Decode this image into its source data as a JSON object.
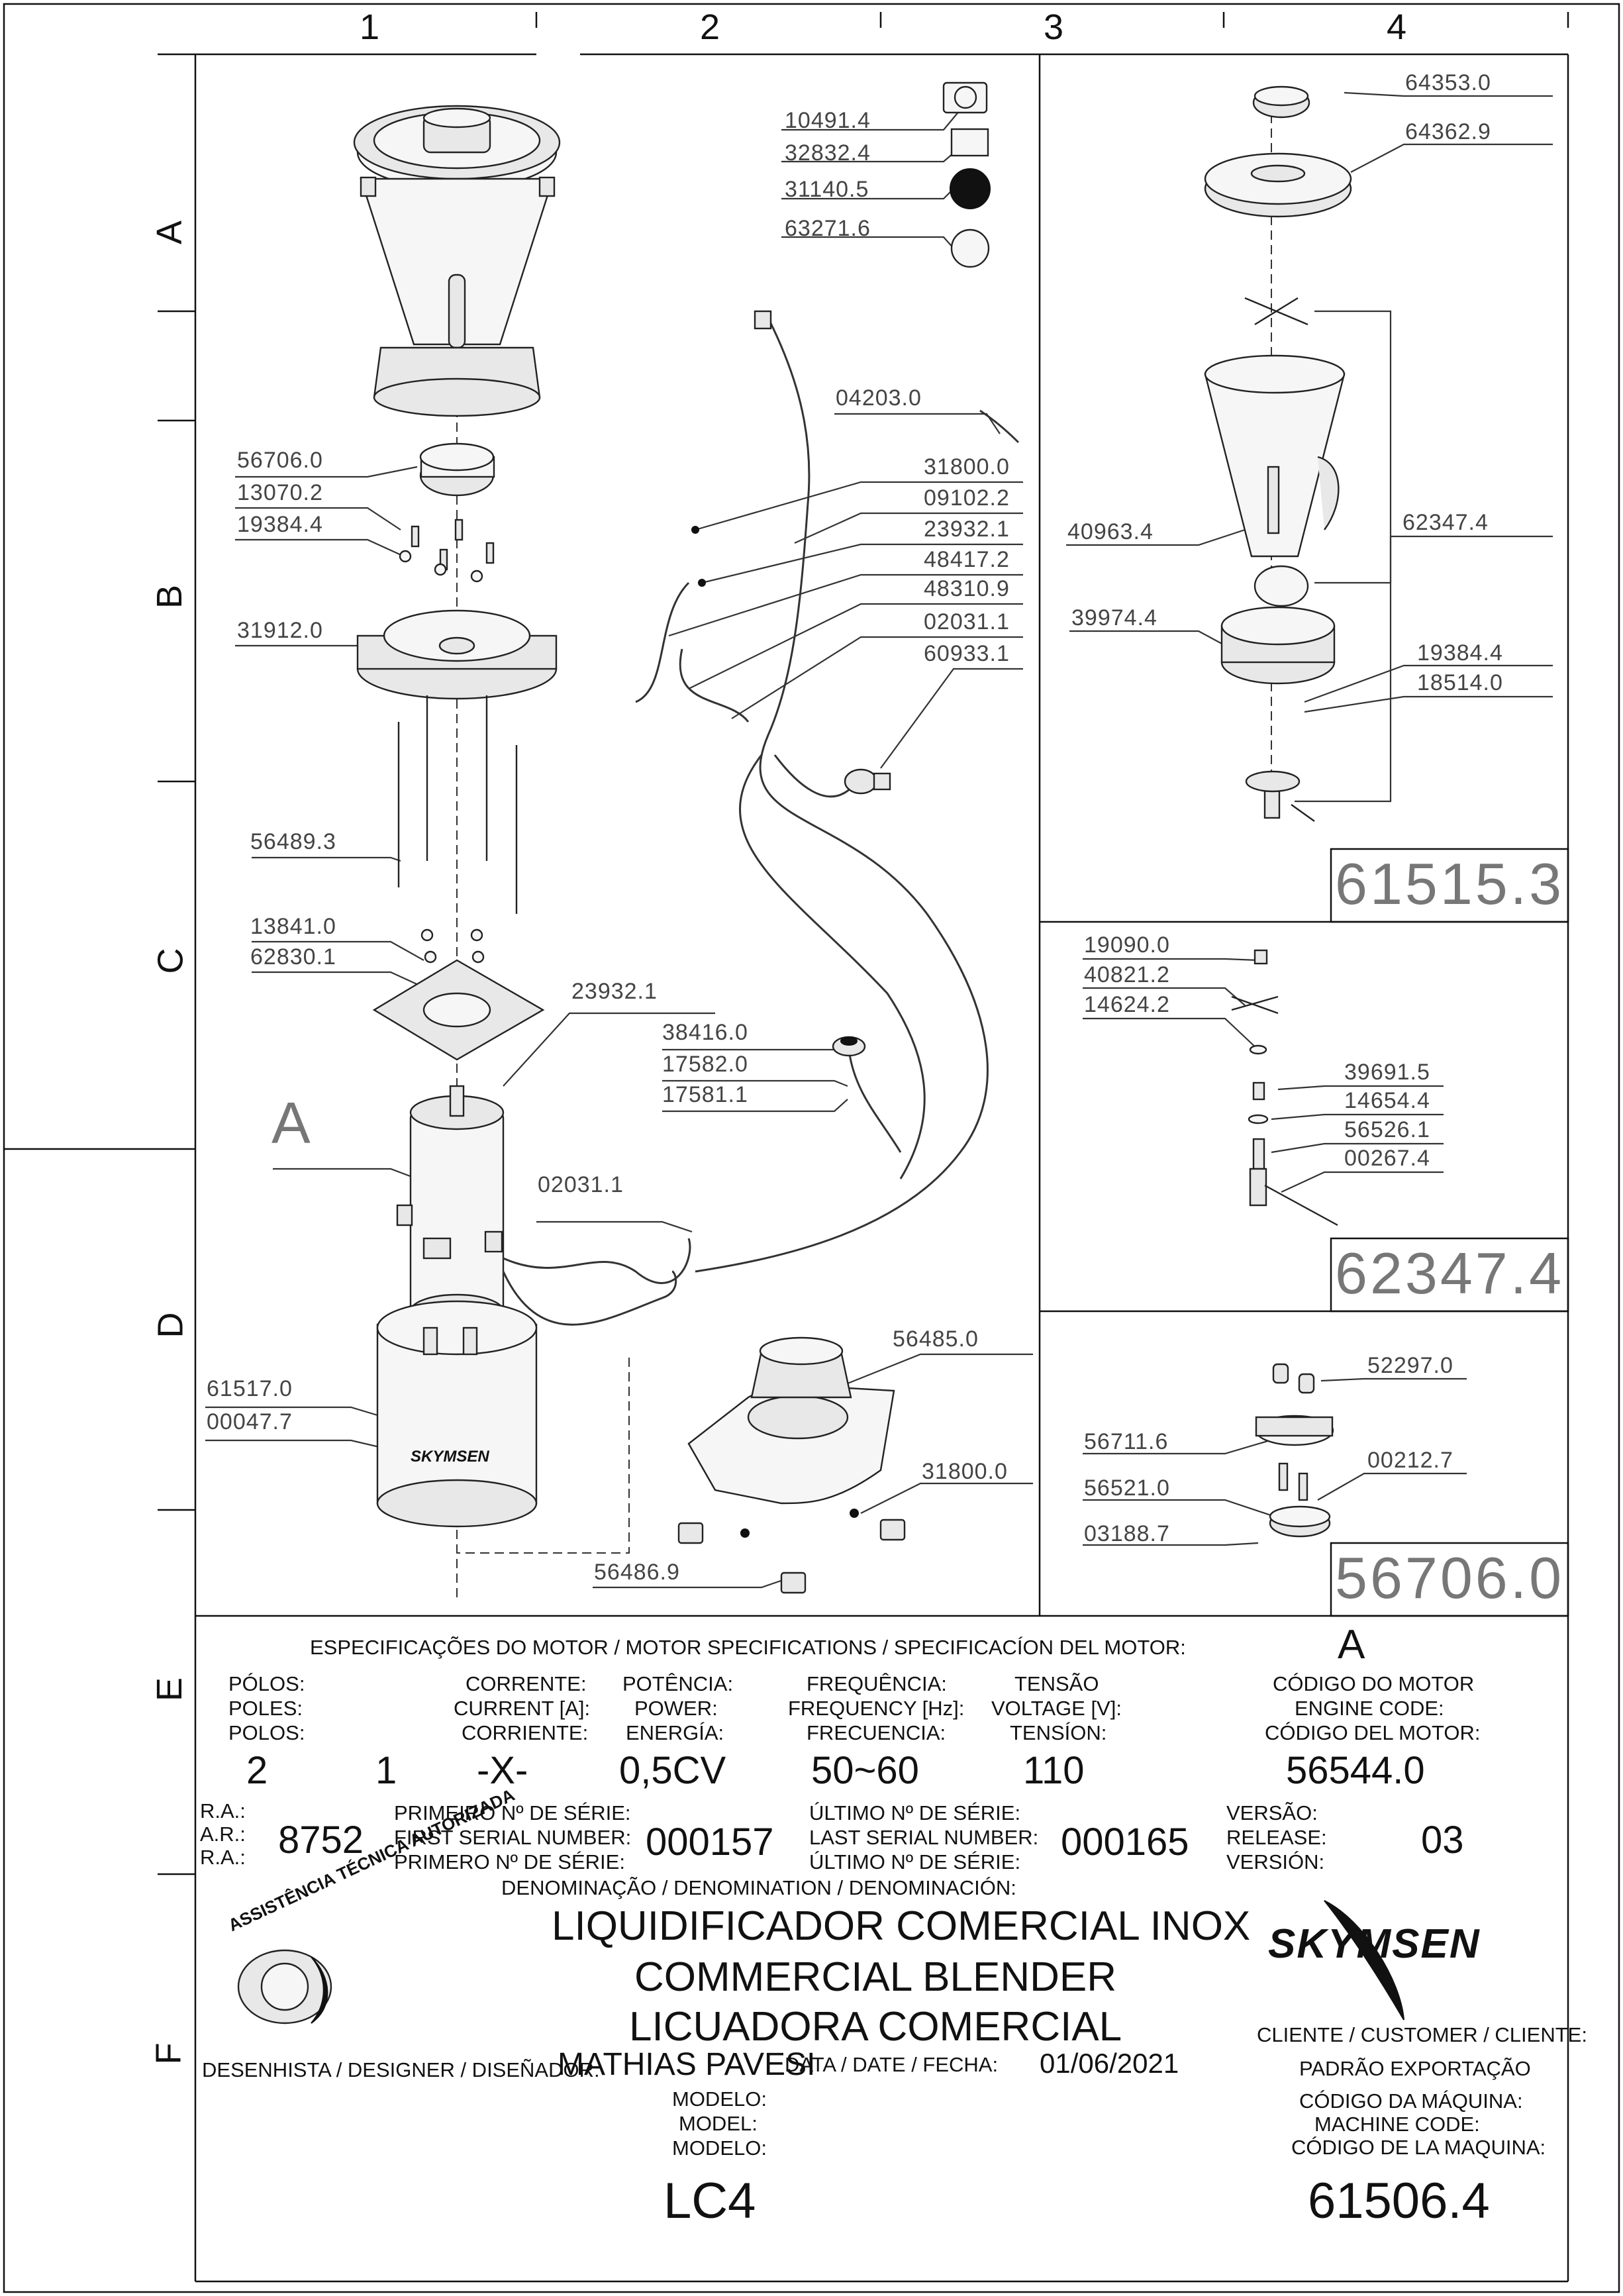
{
  "grid": {
    "columns": [
      "1",
      "2",
      "3",
      "4"
    ],
    "rows": [
      "A",
      "B",
      "C",
      "D",
      "E",
      "F"
    ]
  },
  "parts": {
    "p10491_4": "10491.4",
    "p32832_4": "32832.4",
    "p31140_5": "31140.5",
    "p63271_6": "63271.6",
    "p56706_0": "56706.0",
    "p13070_2": "13070.2",
    "p19384_4": "19384.4",
    "p31912_0": "31912.0",
    "p04203_0": "04203.0",
    "p31800_0": "31800.0",
    "p09102_2": "09102.2",
    "p23932_1": "23932.1",
    "p48417_2": "48417.2",
    "p48310_9": "48310.9",
    "p02031_1": "02031.1",
    "p60933_1": "60933.1",
    "p56489_3": "56489.3",
    "p13841_0": "13841.0",
    "p62830_1": "62830.1",
    "p23932_1b": "23932.1",
    "p38416_0": "38416.0",
    "p17582_0": "17582.0",
    "p17581_1": "17581.1",
    "motor_ref": "A",
    "p02031_1b": "02031.1",
    "p56485_0": "56485.0",
    "p61517_0": "61517.0",
    "p00047_7": "00047.7",
    "p31800_0b": "31800.0",
    "p56486_9": "56486.9",
    "p64353_0": "64353.0",
    "p64362_9": "64362.9",
    "p40963_4": "40963.4",
    "p62347_4": "62347.4",
    "p39974_4": "39974.4",
    "p19384_4b": "19384.4",
    "p18514_0": "18514.0",
    "p19090_0": "19090.0",
    "p40821_2": "40821.2",
    "p14624_2": "14624.2",
    "p39691_5": "39691.5",
    "p14654_4": "14654.4",
    "p56526_1": "56526.1",
    "p00267_4": "00267.4",
    "p52297_0": "52297.0",
    "p56711_6": "56711.6",
    "p00212_7": "00212.7",
    "p56521_0": "56521.0",
    "p03188_7": "03188.7"
  },
  "boxes": {
    "b61515_3": "61515.3",
    "b62347_4": "62347.4",
    "b56706_0": "56706.0"
  },
  "brand_decal": "SKYMSEN",
  "title_block": {
    "motor_specs_title": "ESPECIFICAÇÕES DO MOTOR / MOTOR SPECIFICATIONS / SPECIFICACÍON DEL MOTOR:",
    "motor_letter": "A",
    "poles_labels": [
      "PÓLOS:",
      "POLES:",
      "POLOS:"
    ],
    "current_labels": [
      "CORRENTE:",
      "CURRENT [A]:",
      "CORRIENTE:"
    ],
    "power_labels": [
      "POTÊNCIA:",
      "POWER:",
      "ENERGÍA:"
    ],
    "frequency_labels": [
      "FREQUÊNCIA:",
      "FREQUENCY [Hz]:",
      "FRECUENCIA:"
    ],
    "voltage_labels": [
      "TENSÃO",
      "VOLTAGE [V]:",
      "TENSÍON:"
    ],
    "engine_code_labels": [
      "CÓDIGO DO MOTOR",
      "ENGINE CODE:",
      "CÓDIGO DEL MOTOR:"
    ],
    "poles_value": "2",
    "current_value": "1",
    "power_value_dash": "-X-",
    "power_value": "0,5CV",
    "frequency_value": "50~60",
    "voltage_value": "110",
    "engine_code_value": "56544.0",
    "ra_labels": [
      "R.A.:",
      "A.R.:",
      "R.A.:"
    ],
    "ra_value": "8752",
    "first_serial_labels": [
      "PRIMEIRO Nº DE SÉRIE:",
      "FIRST SERIAL NUMBER:",
      "PRIMERO Nº DE SÉRIE:"
    ],
    "first_serial_value": "000157",
    "last_serial_labels": [
      "ÚLTIMO Nº DE SÉRIE:",
      "LAST SERIAL NUMBER:",
      "ÚLTIMO Nº DE SÉRIE:"
    ],
    "last_serial_value": "000165",
    "release_labels": [
      "VERSÃO:",
      "RELEASE:",
      "VERSIÓN:"
    ],
    "release_value": "03",
    "denomination_label": "DENOMINAÇÃO / DENOMINATION / DENOMINACIÓN:",
    "denomination_lines": [
      "LIQUIDIFICADOR COMERCIAL INOX",
      "COMMERCIAL BLENDER",
      "LICUADORA COMERCIAL"
    ],
    "designer_label": "DESENHISTA / DESIGNER / DISEÑADOR:",
    "designer_value": "MATHIAS PAVESI",
    "date_label": "DATA / DATE / FECHA:",
    "date_value": "01/06/2021",
    "model_labels": [
      "MODELO:",
      "MODEL:",
      "MODELO:"
    ],
    "model_value": "LC4",
    "client_label": "CLIENTE / CUSTOMER / CLIENTE:",
    "client_value": "PADRÃO EXPORTAÇÃO",
    "machine_code_labels": [
      "CÓDIGO DA MÁQUINA:",
      "MACHINE CODE:",
      "CÓDIGO DE LA MAQUINA:"
    ],
    "machine_code_value": "61506.4",
    "brand_logo": "SKYMSEN",
    "seal_text": "ASSISTÊNCIA TÉCNICA AUTORIZADA"
  }
}
